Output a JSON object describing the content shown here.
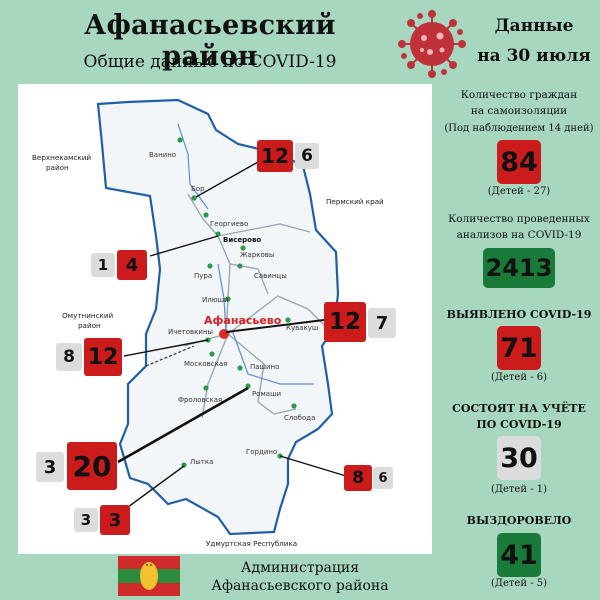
{
  "header": {
    "title": "Афанасьевский район",
    "subtitle": "Общие данные по COVID-19",
    "date_line1": "Данные",
    "date_line2": "на 30 июля"
  },
  "stats": {
    "isolation": {
      "label1": "Количество граждан",
      "label2": "на самоизоляции",
      "label3": "(Под наблюдением 14 дней)",
      "value": "84",
      "sub": "(Детей - 27)"
    },
    "tests": {
      "label1": "Количество проведенных",
      "label2": "анализов  на COVID-19",
      "value": "2413"
    },
    "detected": {
      "label": "ВЫЯВЛЕНО COVID-19",
      "value": "71",
      "sub": "(Детей - 6)"
    },
    "registered": {
      "label1": "СОСТОЯТ НА УЧЁТЕ",
      "label2": "ПО COVID-19",
      "value": "30",
      "sub": "(Детей - 1)"
    },
    "recovered": {
      "label": "ВЫЗДОРОВЕЛО",
      "value": "41",
      "sub": "(Детей - 5)"
    }
  },
  "map": {
    "center_label": "Афанасьево",
    "neighbors": {
      "verkhnekamsky_1": "Верхнекамский",
      "verkhnekamsky_2": "район",
      "permsky": "Пермский край",
      "omutninsky_1": "Омутнинский",
      "omutninsky_2": "район",
      "udmurt": "Удмуртская Республика"
    },
    "settlements": {
      "vanino": "Ванино",
      "bor": "Бор",
      "georgievo": "Георгиево",
      "viserovo": "Висерово",
      "zharkovy": "Жарковы",
      "pura": "Пура",
      "savintsy": "Савинцы",
      "ilyushi": "Илюши",
      "kuvakush": "Кувакуш",
      "ichetovkiny": "Ичетовкины",
      "moskovskaya": "Московская",
      "pashino": "Пашино",
      "romashi": "Ромаши",
      "frolovskaya": "Фроловская",
      "sloboda": "Слобода",
      "gordino": "Гордино",
      "lytka": "Лытка"
    },
    "callouts": {
      "bor": {
        "red": "12",
        "grey": "6"
      },
      "viserovo": {
        "grey": "1",
        "red": "4"
      },
      "afanasyevo": {
        "red": "12",
        "grey": "7"
      },
      "ichetovkiny": {
        "grey": "8",
        "red": "12"
      },
      "romashi": {
        "grey": "3",
        "red": "20"
      },
      "lytka": {
        "grey": "3",
        "red": "3"
      },
      "gordino": {
        "red": "8",
        "grey": "6"
      }
    }
  },
  "footer": {
    "line1": "Администрация",
    "line2": "Афанасьевского района"
  },
  "colors": {
    "background": "#a8d7bf",
    "red": "#cc1b1b",
    "green": "#197a3a",
    "grey": "#dcdcdc",
    "virus": "#c0323a"
  }
}
